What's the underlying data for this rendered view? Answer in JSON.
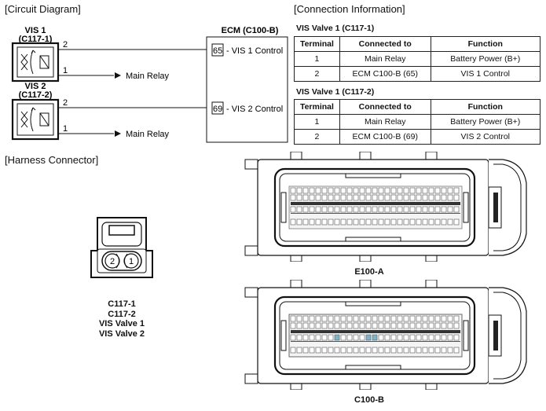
{
  "sections": {
    "circuit": "[Circuit Diagram]",
    "connection": "[Connection Information]",
    "harness": "[Harness Connector]"
  },
  "circuit": {
    "vis1_title": "VIS 1",
    "vis1_code": "(C117-1)",
    "vis2_title": "VIS 2",
    "vis2_code": "(C117-2)",
    "pin2": "2",
    "pin1": "1",
    "relay": "Main Relay",
    "ecm_title": "ECM (C100-B)",
    "ecm_pin_a_num": "65",
    "ecm_pin_a_label": "- VIS 1 Control",
    "ecm_pin_b_num": "69",
    "ecm_pin_b_label": "- VIS 2 Control"
  },
  "tables": [
    {
      "caption": "VIS Valve 1 (C117-1)",
      "headers": [
        "Terminal",
        "Connected to",
        "Function"
      ],
      "rows": [
        [
          "1",
          "Main Relay",
          "Battery Power (B+)"
        ],
        [
          "2",
          "ECM C100-B (65)",
          "VIS 1 Control"
        ]
      ]
    },
    {
      "caption": "VIS Valve 1 (C117-2)",
      "headers": [
        "Terminal",
        "Connected to",
        "Function"
      ],
      "rows": [
        [
          "1",
          "Main Relay",
          "Battery Power (B+)"
        ],
        [
          "2",
          "ECM C100-B (69)",
          "VIS 2 Control"
        ]
      ]
    }
  ],
  "harness": {
    "small_pin_left": "2",
    "small_pin_right": "1",
    "small_labels": [
      "C117-1",
      "C117-2",
      "VIS Valve 1",
      "VIS Valve 2"
    ],
    "big_top_label": "E100-A",
    "big_bottom_label": "C100-B"
  }
}
